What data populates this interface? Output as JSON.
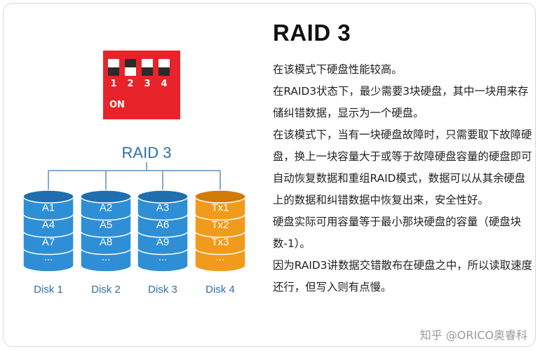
{
  "dip_switch": {
    "numbers": [
      "1",
      "2",
      "3",
      "4"
    ],
    "on_label": "ON",
    "color": "#e8232a"
  },
  "diagram": {
    "title": "RAID 3",
    "disks": [
      {
        "cells": [
          "A1",
          "A4",
          "A7",
          "..."
        ],
        "label": "Disk 1",
        "color": "#2e8fd6"
      },
      {
        "cells": [
          "A2",
          "A5",
          "A8",
          "..."
        ],
        "label": "Disk 2",
        "color": "#2e8fd6"
      },
      {
        "cells": [
          "A3",
          "A6",
          "A9",
          "..."
        ],
        "label": "Disk 3",
        "color": "#2e8fd6"
      },
      {
        "cells": [
          "Tx1",
          "Tx2",
          "Tx3",
          "..."
        ],
        "label": "Disk 4",
        "color": "#f29a1c"
      }
    ]
  },
  "text": {
    "title": "RAID 3",
    "paragraphs": [
      "在该模式下硬盘性能较高。",
      "在RAID3状态下，最少需要3块硬盘，其中一块用来存储纠错数据，显示为一个硬盘。",
      "在该模式下，当有一块硬盘故障时，只需要取下故障硬盘，换上一块容量大于或等于故障硬盘容量的硬盘即可自动恢复数据和重组RAID模式，数据可以从其余硬盘上的数据和纠错数据中恢复出来，安全性好。",
      "硬盘实际可用容量等于最小那块硬盘的容量（硬盘块数-1）。",
      "因为RAID3讲数据交错散布在硬盘之中，所以读取速度还行，但写入则有点慢。"
    ]
  },
  "watermark": "知乎 @ORICO奥睿科"
}
